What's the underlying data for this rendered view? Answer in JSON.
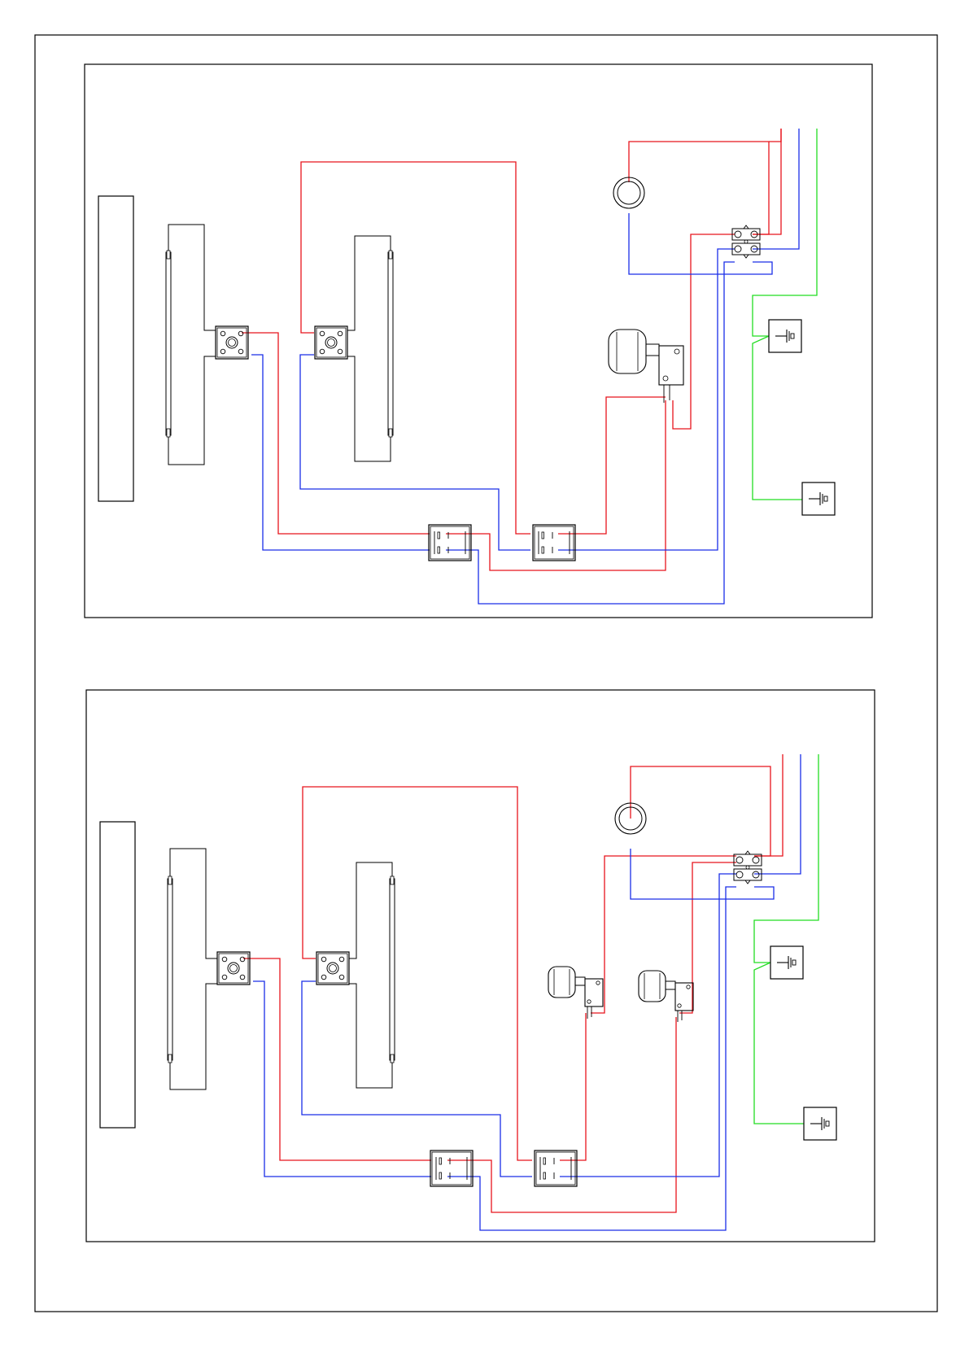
{
  "title": "",
  "wire_colors": {
    "frame": "#000000",
    "live": "#e8141c",
    "neutral": "#1a2ee8",
    "earth": "#22dd22"
  },
  "diagrams": [
    {
      "id": "top",
      "variant": "single-microswitch",
      "components": [
        "heater-tube",
        "heater-tube",
        "lamp-holder",
        "lamp-holder",
        "rocker-switch",
        "rocker-switch",
        "indicator-lamp",
        "terminal-block",
        "motor-with-microswitch",
        "earth-terminal",
        "earth-terminal",
        "heater-panel"
      ]
    },
    {
      "id": "bottom",
      "variant": "dual-microswitch",
      "components": [
        "heater-tube",
        "heater-tube",
        "lamp-holder",
        "lamp-holder",
        "rocker-switch",
        "rocker-switch",
        "indicator-lamp",
        "terminal-block",
        "motor-with-microswitch",
        "motor-with-microswitch",
        "earth-terminal",
        "earth-terminal",
        "heater-panel"
      ]
    }
  ]
}
